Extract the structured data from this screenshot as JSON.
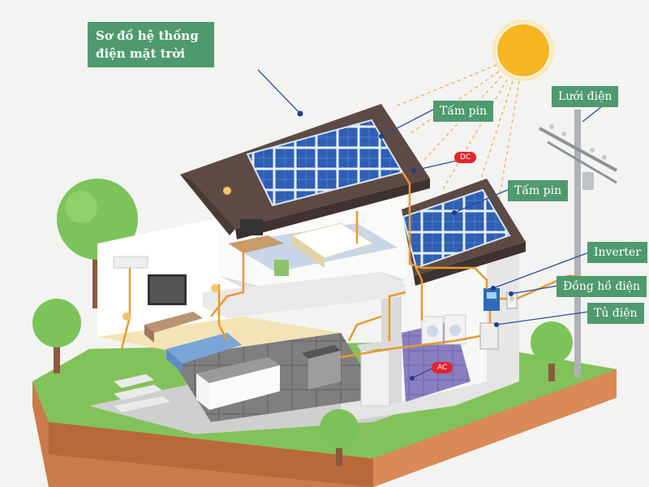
{
  "title": "Sơ đồ hệ thống điện mặt trời",
  "labels": {
    "panel_top": "Tấm pin",
    "panel_right": "Tấm pin",
    "grid": "Lưới điện",
    "inverter": "Inverter",
    "meter": "Đồng hồ điện",
    "cabinet": "Tủ điện",
    "dc": "DC",
    "ac": "AC"
  },
  "colors": {
    "accent": "#4e9a6e",
    "badge": "#e0262c",
    "wire": "#e89a2e",
    "sun": "#f7b521",
    "roof": "#5d4a44",
    "panel": "#2e5fb4",
    "grass": "#82c25b",
    "soil": "#c97b4b"
  }
}
